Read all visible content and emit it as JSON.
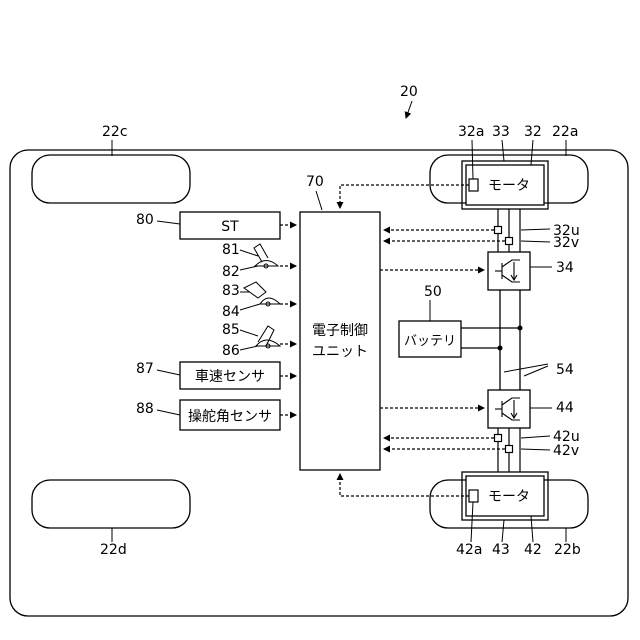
{
  "labels": {
    "vehicle": "20",
    "wheel_fl": "22c",
    "wheel_fr": "22a",
    "wheel_rl": "22d",
    "wheel_rr": "22b",
    "ecu_ref": "70",
    "ecu_line1": "電子制御",
    "ecu_line2": "ユニット",
    "st_ref": "80",
    "st_box": "ST",
    "ref_81": "81",
    "ref_82": "82",
    "ref_83": "83",
    "ref_84": "84",
    "ref_85": "85",
    "ref_86": "86",
    "speed_ref": "87",
    "speed_box": "車速センサ",
    "steer_ref": "88",
    "steer_box": "操舵角センサ",
    "battery_ref": "50",
    "battery_box": "バッテリ",
    "front_motor": "モータ",
    "front_sensor": "32a",
    "front_motor_ref": "33",
    "front_motor_unit": "32",
    "front_32u": "32u",
    "front_32v": "32v",
    "front_inverter": "34",
    "power_lines": "54",
    "rear_inverter": "44",
    "rear_42u": "42u",
    "rear_42v": "42v",
    "rear_motor": "モータ",
    "rear_sensor": "42a",
    "rear_motor_ref": "43",
    "rear_motor_unit": "42"
  }
}
